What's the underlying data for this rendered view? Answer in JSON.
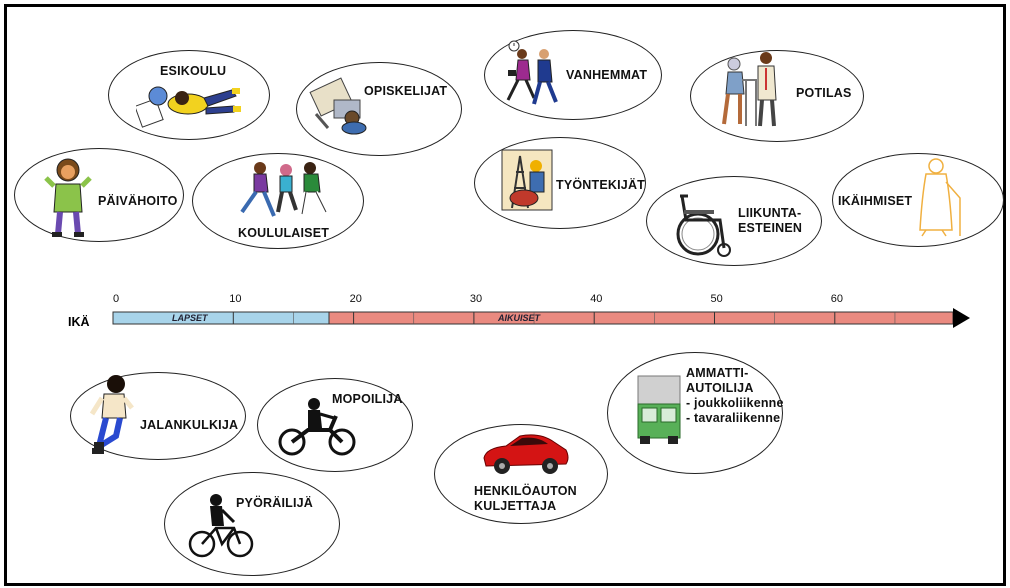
{
  "diagram": {
    "axis_label": "IKÄ",
    "ticks": [
      "0",
      "10",
      "20",
      "30",
      "40",
      "50",
      "60"
    ],
    "segments": {
      "children": "LAPSET",
      "adults": "AIKUISET"
    },
    "colors": {
      "children": "#a8d4ea",
      "adults": "#ea8a80",
      "arrow_head": "#000000"
    },
    "upper_groups": [
      {
        "label": "ESIKOULU",
        "icon": "child-drawing-icon"
      },
      {
        "label": "OPISKELIJAT",
        "icon": "student-desk-icon"
      },
      {
        "label": "VANHEMMAT",
        "icon": "hurrying-parents-icon"
      },
      {
        "label": "POTILAS",
        "icon": "patient-walker-icon"
      },
      {
        "label": "PÄIVÄHOITO",
        "icon": "toddler-icon"
      },
      {
        "label": "KOULULAISET",
        "icon": "running-kids-icon"
      },
      {
        "label": "TYÖNTEKIJÄT",
        "icon": "worker-icon"
      },
      {
        "label": "LIIKUNTA-\nESTEINEN",
        "icon": "wheelchair-icon"
      },
      {
        "label": "IKÄIHMISET",
        "icon": "elderly-person-icon"
      }
    ],
    "lower_groups": [
      {
        "label": "JALANKULKIJA",
        "icon": "pedestrian-icon"
      },
      {
        "label": "MOPOILIJA",
        "icon": "moped-rider-icon"
      },
      {
        "label": "PYÖRÄILIJÄ",
        "icon": "cyclist-icon"
      },
      {
        "label": "HENKILÖAUTON\nKULJETTAJA",
        "icon": "red-car-icon"
      },
      {
        "label": "AMMATTI-\nAUTOILIJA\n- joukkoliikenne\n- tavaraliikenne",
        "icon": "truck-icon"
      }
    ]
  }
}
